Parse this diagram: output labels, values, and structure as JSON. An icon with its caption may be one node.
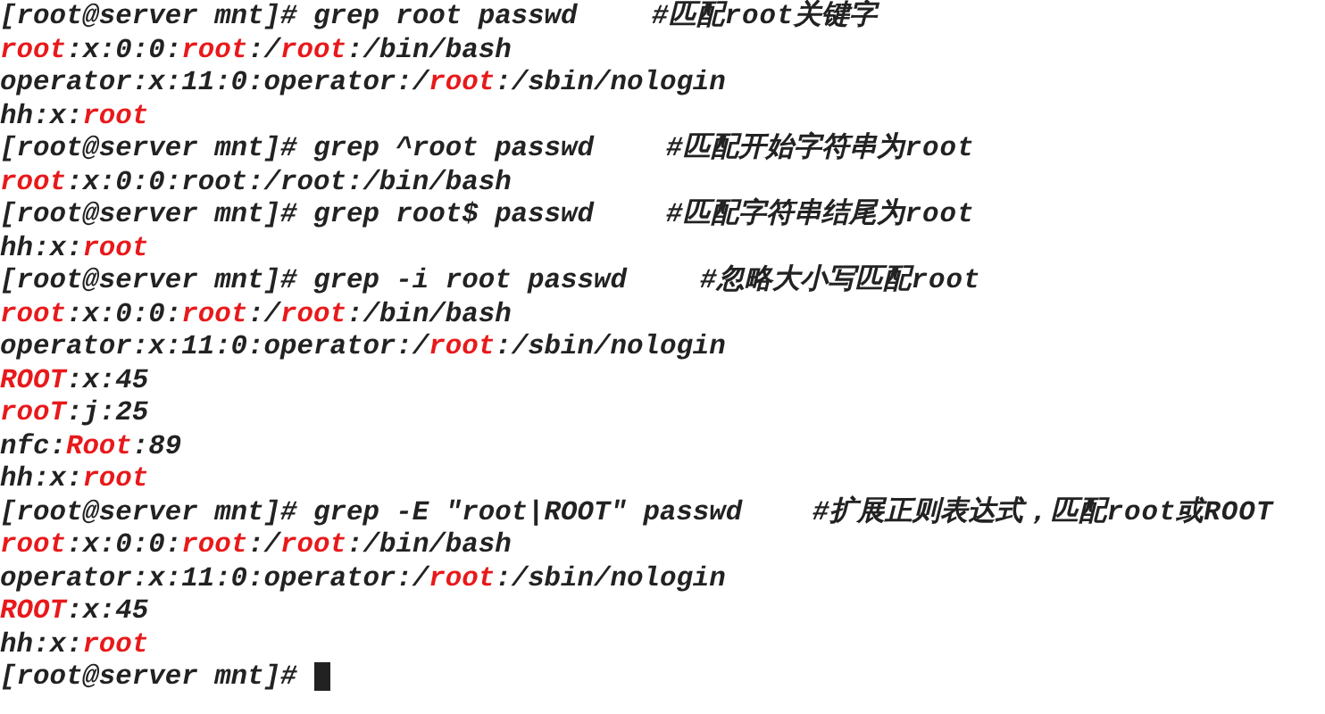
{
  "diagram": {
    "labels": [
      "[root@server mnt]# grep root passwd",
      "#匹配root关键字",
      "**root**:x:0:0:**root**:/**root**:/bin/bash",
      "operator:x:11:0:operator:/**root**:/sbin/nologin",
      "hh:x:**root**",
      "[root@server mnt]# grep ^root passwd",
      "#匹配开始字符串为root",
      "**root**:x:0:0:root:/root:/bin/bash",
      "[root@server mnt]# grep root$ passwd",
      "#匹配字符串结尾为root",
      "hh:x:**root**",
      "[root@server mnt]# grep -i root passwd",
      "#忽略大小写匹配root",
      "**root**:x:0:0:**root**:/**root**:/bin/bash",
      "operator:x:11:0:operator:/**root**:/sbin/nologin",
      "**ROOT**:x:45",
      "**rooT**:j:25",
      "nfc:**Root**:89",
      "hh:x:**root**",
      "[root@server mnt]# grep -E \"root|ROOT\" passwd",
      "#扩展正则表达式，匹配root或ROOT",
      "**root**:x:0:0:**root**:/**root**:/bin/bash",
      "operator:x:11:0:operator:/**root**:/sbin/nologin",
      "**ROOT**:x:45",
      "hh:x:**root**",
      "[root@server mnt]#"
    ]
  }
}
